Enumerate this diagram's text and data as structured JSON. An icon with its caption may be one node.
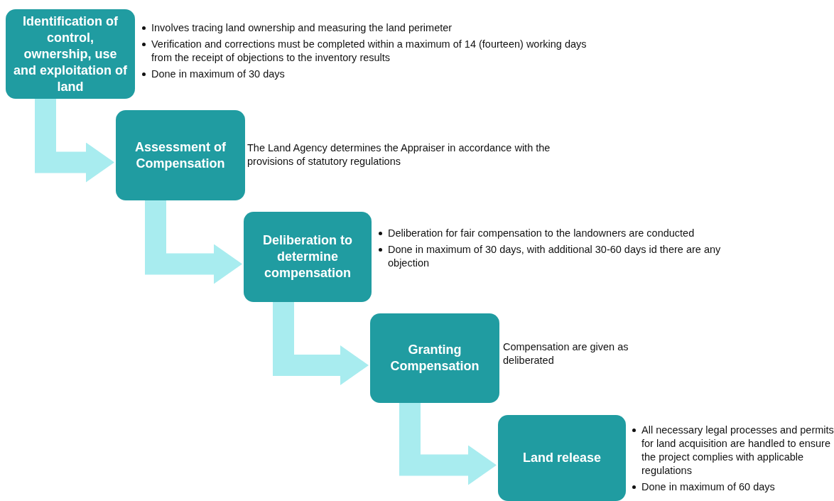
{
  "diagram": {
    "nodes": [
      {
        "text": [
          "Identification of control, ownership, use and exploitation of land"
        ],
        "beside": [
          "Involves tracing land ownership and measuring the land perimeter",
          "Verification and corrections must be completed within a maximum of 14 (fourteen) working days from the receipt of objections to the inventory results",
          "Done in maximum of 30 days"
        ]
      },
      {
        "text": [
          "Assessment of Compensation"
        ],
        "beside": [
          "The Land Agency determines the Appraiser in accordance with the provisions of statutory regulations"
        ]
      },
      {
        "text": [
          "Deliberation to determine compensation"
        ],
        "beside": [
          "Deliberation for fair compensation to the landowners are conducted",
          "Done in maximum of 30 days, with additional 30-60 days id there are any objection"
        ]
      },
      {
        "text": [
          "Granting Compensation"
        ],
        "beside": [
          "Compensation are given as deliberated"
        ]
      },
      {
        "text": [
          "Land release"
        ],
        "beside": [
          "All necessary legal processes and permits for land acquisition are handled to ensure the project complies with applicable regulations",
          "Done in maximum of 60 days"
        ]
      }
    ],
    "edges": [
      {
        "from": 0,
        "to": 1,
        "arrow": "to"
      },
      {
        "from": 1,
        "to": 2,
        "arrow": "to"
      },
      {
        "from": 2,
        "to": 3,
        "arrow": "to"
      },
      {
        "from": 3,
        "to": 4,
        "arrow": "to"
      }
    ]
  }
}
